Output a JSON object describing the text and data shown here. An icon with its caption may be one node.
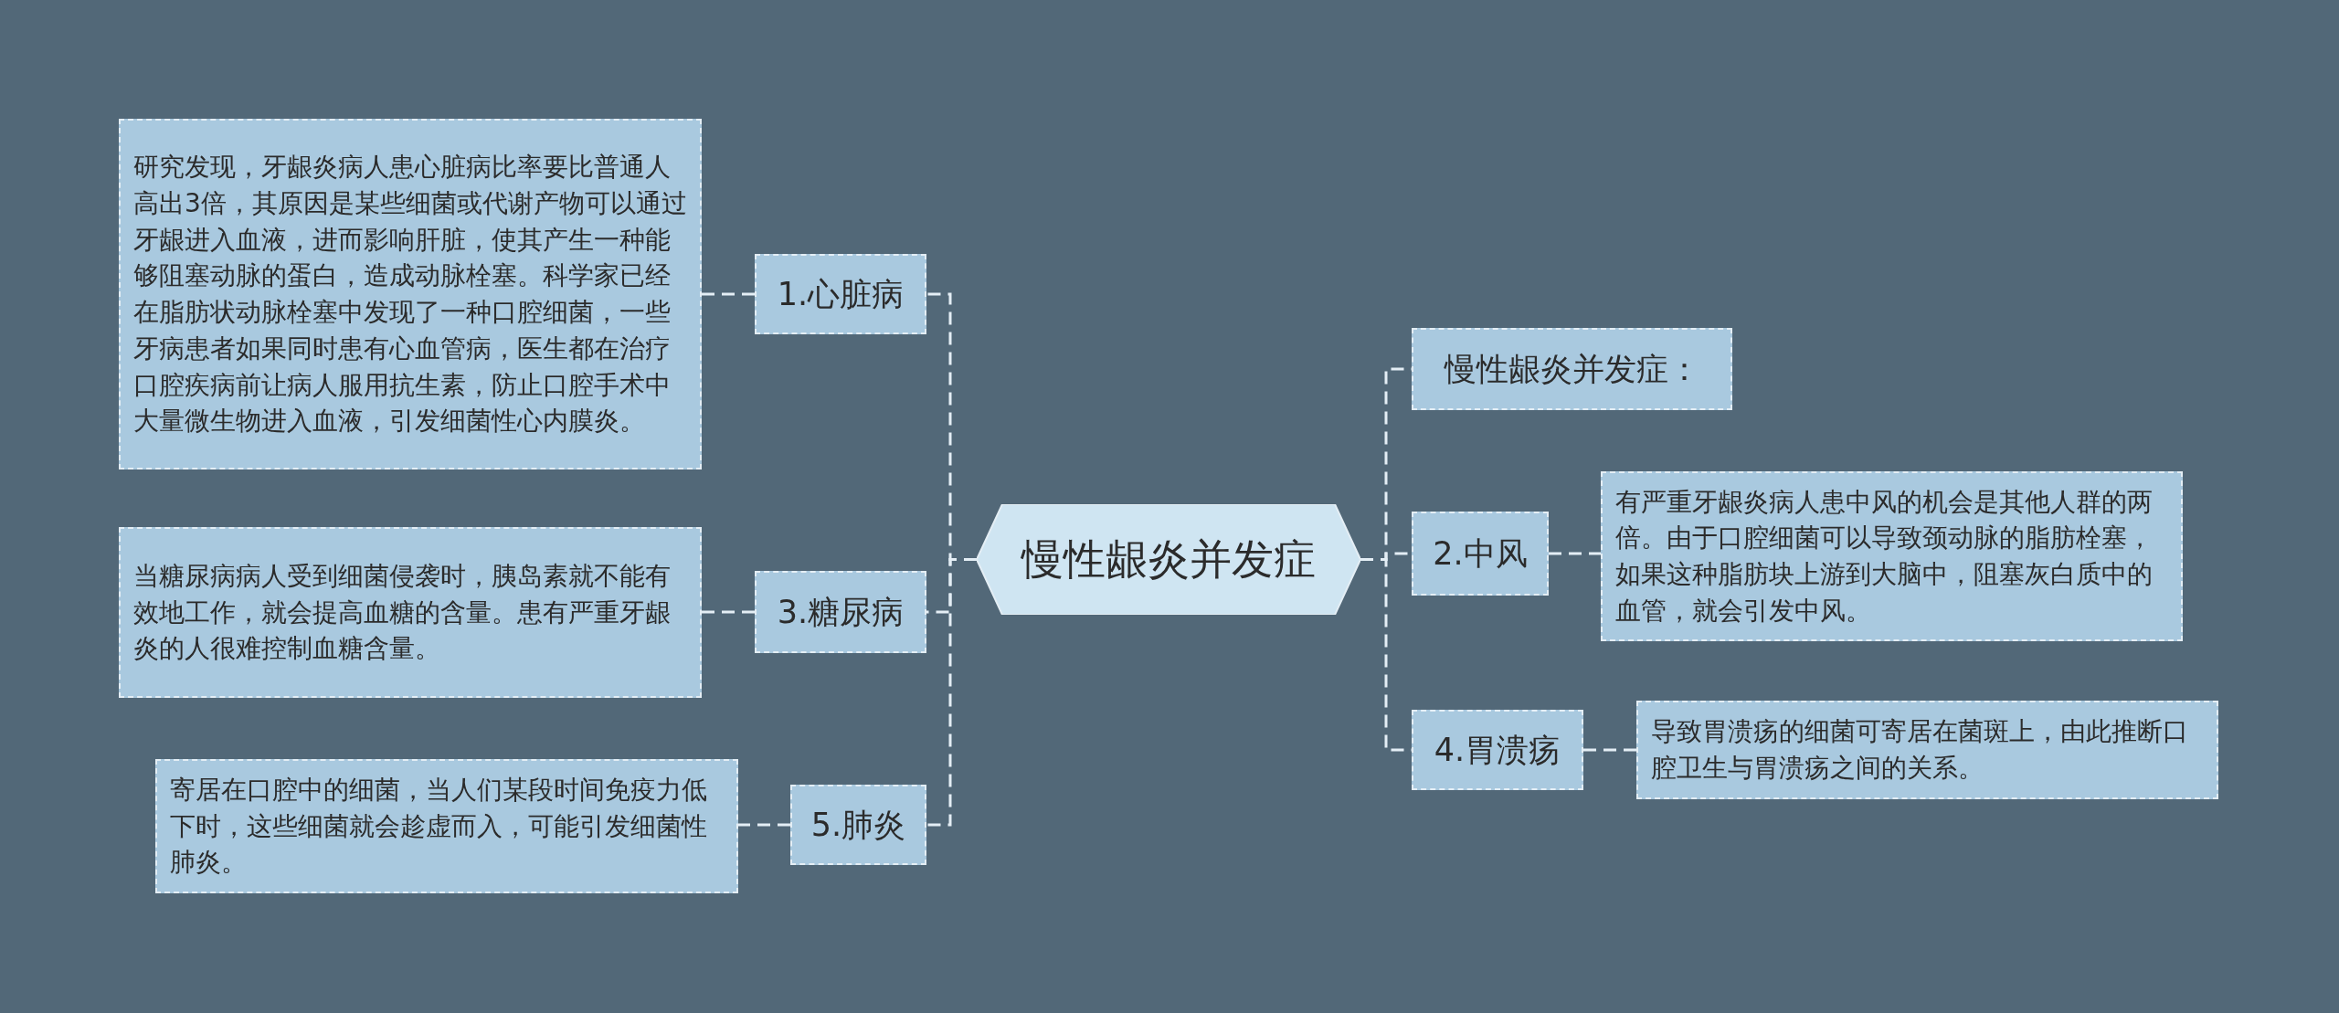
{
  "diagram": {
    "nodes": [
      {
        "text": [
          "慢性龈炎并发症"
        ]
      },
      {
        "text": [
          "1.心脏病"
        ]
      },
      {
        "text": [
          "研究发现，牙龈炎病人患心脏病比率要比普通人高出3倍，其原因是某些细菌或代谢产物可以通过牙龈进入血液，进而影响肝脏，使其产生一种能够阻塞动脉的蛋白，造成动脉栓塞。科学家已经在脂肪状动脉栓塞中发现了一种口腔细菌，一些牙病患者如果同时患有心血管病，医生都在治疗口腔疾病前让病人服用抗生素，防止口腔手术中大量微生物进入血液，引发细菌性心内膜炎。"
        ]
      },
      {
        "text": [
          "3.糖尿病"
        ]
      },
      {
        "text": [
          "当糖尿病病人受到细菌侵袭时，胰岛素就不能有效地工作，就会提高血糖的含量。患有严重牙龈炎的人很难控制血糖含量。"
        ]
      },
      {
        "text": [
          "5.肺炎"
        ]
      },
      {
        "text": [
          "寄居在口腔中的细菌，当人们某段时间免疫力低下时，这些细菌就会趁虚而入，可能引发细菌性肺炎。"
        ]
      },
      {
        "text": [
          "慢性龈炎并发症："
        ]
      },
      {
        "text": [
          "2.中风"
        ]
      },
      {
        "text": [
          "有严重牙龈炎病人患中风的机会是其他人群的两倍。由于口腔细菌可以导致颈动脉的脂肪栓塞，如果这种脂肪块上游到大脑中，阻塞灰白质中的血管，就会引发中风。"
        ]
      },
      {
        "text": [
          "4.胃溃疡"
        ]
      },
      {
        "text": [
          "导致胃溃疡的细菌可寄居在菌斑上，由此推断口腔卫生与胃溃疡之间的关系。"
        ]
      }
    ],
    "edges": [
      {
        "from": 0,
        "to": 1,
        "arrow": "none",
        "style": "dashed"
      },
      {
        "from": 0,
        "to": 3,
        "arrow": "none",
        "style": "dashed"
      },
      {
        "from": 0,
        "to": 5,
        "arrow": "none",
        "style": "dashed"
      },
      {
        "from": 0,
        "to": 7,
        "arrow": "none",
        "style": "dashed"
      },
      {
        "from": 0,
        "to": 8,
        "arrow": "none",
        "style": "dashed"
      },
      {
        "from": 0,
        "to": 10,
        "arrow": "none",
        "style": "dashed"
      },
      {
        "from": 1,
        "to": 2,
        "arrow": "none",
        "style": "dashed"
      },
      {
        "from": 3,
        "to": 4,
        "arrow": "none",
        "style": "dashed"
      },
      {
        "from": 5,
        "to": 6,
        "arrow": "none",
        "style": "dashed"
      },
      {
        "from": 8,
        "to": 9,
        "arrow": "none",
        "style": "dashed"
      },
      {
        "from": 10,
        "to": 11,
        "arrow": "none",
        "style": "dashed"
      }
    ]
  }
}
